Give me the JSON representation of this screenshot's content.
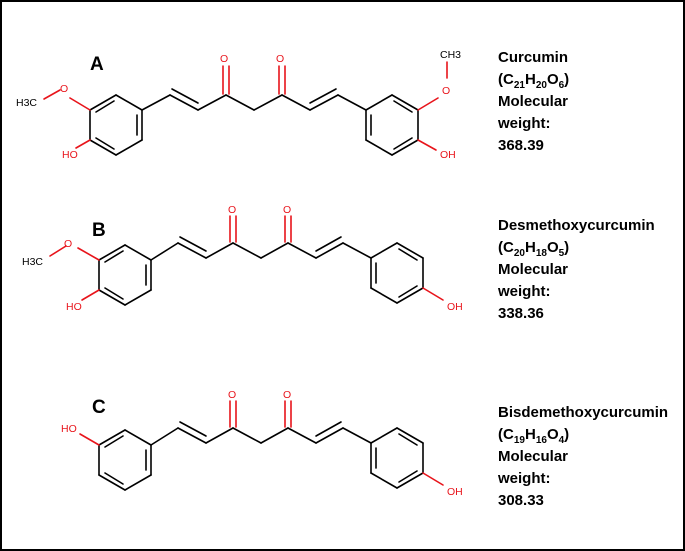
{
  "panels": [
    {
      "label": "A",
      "name": "Curcumin",
      "formula": {
        "prefix": "(",
        "parts": [
          [
            "C",
            "21"
          ],
          [
            "H",
            "20"
          ],
          [
            "O",
            "6"
          ]
        ],
        "suffix": ")"
      },
      "mw_label_1": "Molecular",
      "mw_label_2": "weight:",
      "mw_value": "368.39",
      "atoms": {
        "o1": "O",
        "o2": "O",
        "ome_left": "O",
        "ome_right": "O",
        "methyl_left": "H3C",
        "methyl_right": "CH3",
        "oh_left": "HO",
        "oh_right": "OH"
      }
    },
    {
      "label": "B",
      "name": "Desmethoxycurcumin",
      "formula": {
        "prefix": "(",
        "parts": [
          [
            "C",
            "20"
          ],
          [
            "H",
            "18"
          ],
          [
            "O",
            "5"
          ]
        ],
        "suffix": ")"
      },
      "mw_label_1": "Molecular",
      "mw_label_2": "weight:",
      "mw_value": "338.36",
      "atoms": {
        "o1": "O",
        "o2": "O",
        "ome_left": "O",
        "methyl_left": "H3C",
        "oh_left": "HO",
        "oh_right": "OH"
      }
    },
    {
      "label": "C",
      "name": "Bisdemethoxycurcumin",
      "formula": {
        "prefix": "(",
        "parts": [
          [
            "C",
            "19"
          ],
          [
            "H",
            "16"
          ],
          [
            "O",
            "4"
          ]
        ],
        "suffix": ")"
      },
      "mw_label_1": "Molecular",
      "mw_label_2": "weight:",
      "mw_value": "308.33",
      "atoms": {
        "o1": "O",
        "o2": "O",
        "oh_left": "HO",
        "oh_right": "OH"
      }
    }
  ],
  "colors": {
    "oxygen": "#e8141b",
    "carbon": "#000000",
    "border": "#000000"
  }
}
